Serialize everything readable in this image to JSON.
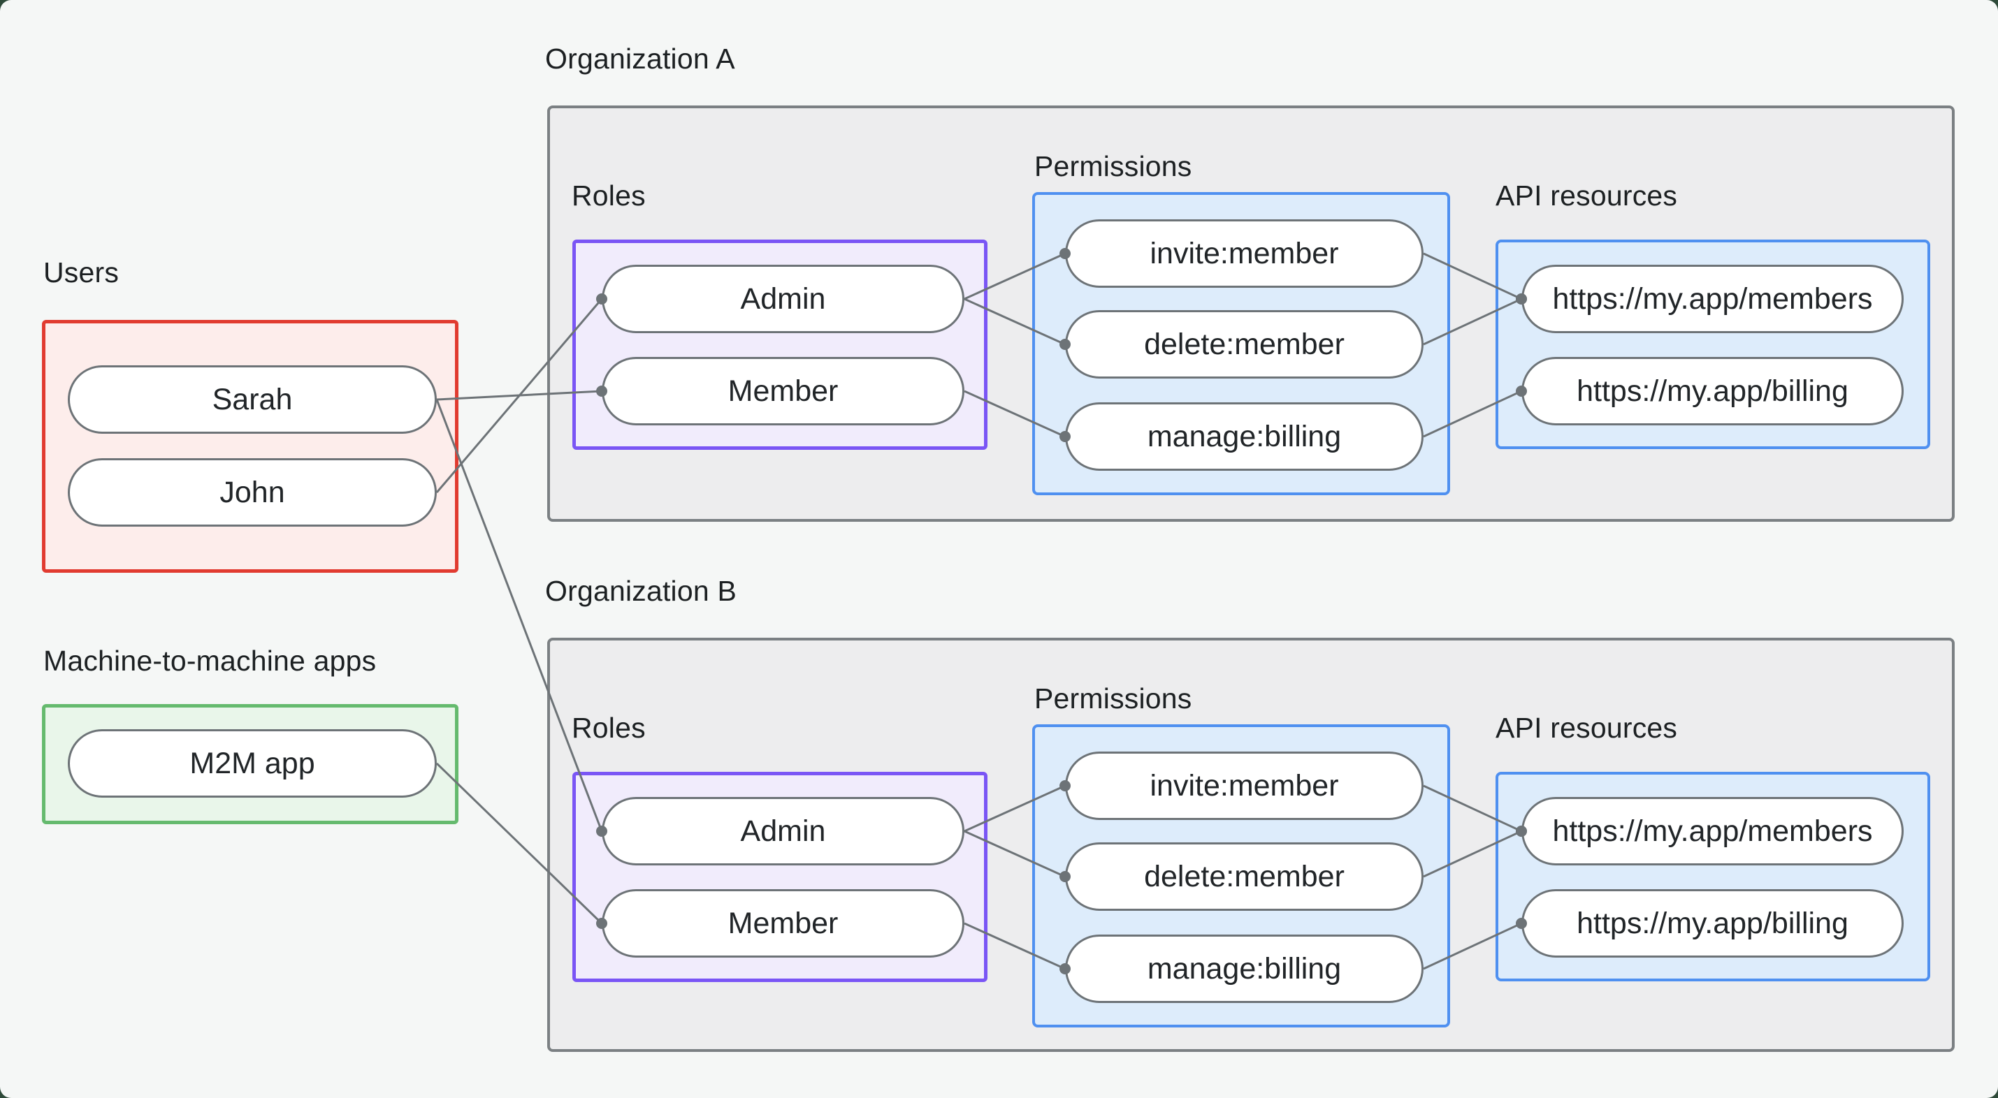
{
  "users": {
    "title": "Users",
    "items": [
      {
        "label": "Sarah"
      },
      {
        "label": "John"
      }
    ]
  },
  "m2m": {
    "title": "Machine-to-machine apps",
    "items": [
      {
        "label": "M2M app"
      }
    ]
  },
  "organizations": [
    {
      "title": "Organization A",
      "roles_title": "Roles",
      "permissions_title": "Permissions",
      "api_title": "API resources",
      "roles": [
        "Admin",
        "Member"
      ],
      "permissions": [
        "invite:member",
        "delete:member",
        "manage:billing"
      ],
      "api_resources": [
        "https://my.app/members",
        "https://my.app/billing"
      ]
    },
    {
      "title": "Organization B",
      "roles_title": "Roles",
      "permissions_title": "Permissions",
      "api_title": "API resources",
      "roles": [
        "Admin",
        "Member"
      ],
      "permissions": [
        "invite:member",
        "delete:member",
        "manage:billing"
      ],
      "api_resources": [
        "https://my.app/members",
        "https://my.app/billing"
      ]
    }
  ],
  "edges": [
    {
      "from": "user-sarah",
      "to": "org-a-role-member"
    },
    {
      "from": "user-john",
      "to": "org-a-role-admin"
    },
    {
      "from": "user-sarah",
      "to": "org-b-role-admin"
    },
    {
      "from": "m2m-app",
      "to": "org-b-role-member"
    },
    {
      "from": "org-a-role-admin",
      "to": "org-a-perm-invite"
    },
    {
      "from": "org-a-role-admin",
      "to": "org-a-perm-delete"
    },
    {
      "from": "org-a-role-member",
      "to": "org-a-perm-manage"
    },
    {
      "from": "org-a-perm-invite",
      "to": "org-a-api-members"
    },
    {
      "from": "org-a-perm-delete",
      "to": "org-a-api-members"
    },
    {
      "from": "org-a-perm-manage",
      "to": "org-a-api-billing"
    },
    {
      "from": "org-b-role-admin",
      "to": "org-b-perm-invite"
    },
    {
      "from": "org-b-role-admin",
      "to": "org-b-perm-delete"
    },
    {
      "from": "org-b-role-member",
      "to": "org-b-perm-manage"
    },
    {
      "from": "org-b-perm-invite",
      "to": "org-b-api-members"
    },
    {
      "from": "org-b-perm-delete",
      "to": "org-b-api-members"
    },
    {
      "from": "org-b-perm-manage",
      "to": "org-b-api-billing"
    }
  ],
  "colors": {
    "background": "#f5f7f6",
    "desktop_corner": "#2e4a39",
    "org_fill": "#ededee",
    "org_border": "#7b8083",
    "users_border": "#e13b30",
    "users_fill": "#fdedeb",
    "m2m_border": "#65ba6e",
    "m2m_fill": "#e9f6ea",
    "roles_border": "#7a55f5",
    "roles_fill": "#f1ecfc",
    "blue_border": "#4f90f0",
    "blue_fill": "#ddecfb",
    "pill_border": "#6d7377",
    "line": "#6d7377",
    "dot": "#6d7377",
    "text": "#1c2022"
  }
}
